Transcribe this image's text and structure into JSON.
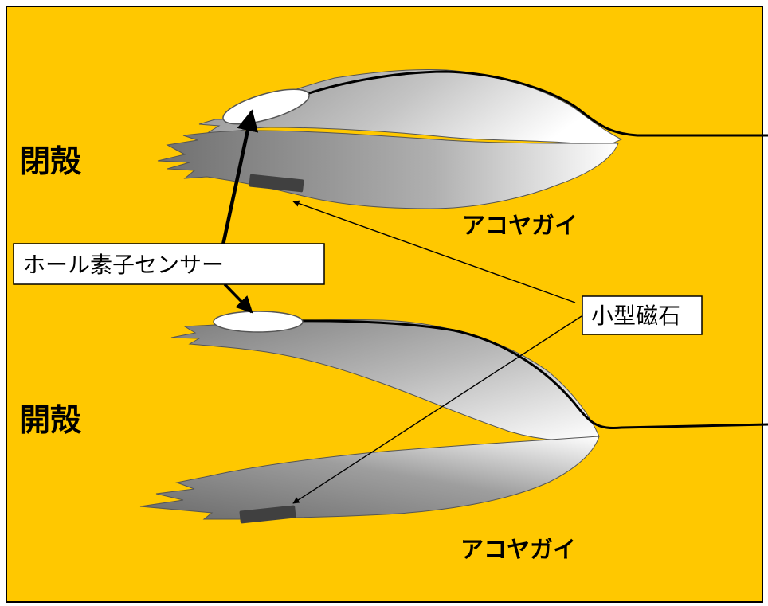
{
  "diagram": {
    "top_state_label": "閉殻",
    "bottom_state_label": "開殻",
    "species_label_top": "アコヤガイ",
    "species_label_bottom": "アコヤガイ",
    "sensor_label": "ホール素子センサー",
    "magnet_label": "小型磁石"
  },
  "colors": {
    "background": "#FFC800",
    "frame": "#000000",
    "shell_dark": "#7a7a7a",
    "shell_light": "#ffffff",
    "sensor": "#ffffff",
    "magnet": "#404040",
    "callout_box": "#ffffff"
  }
}
